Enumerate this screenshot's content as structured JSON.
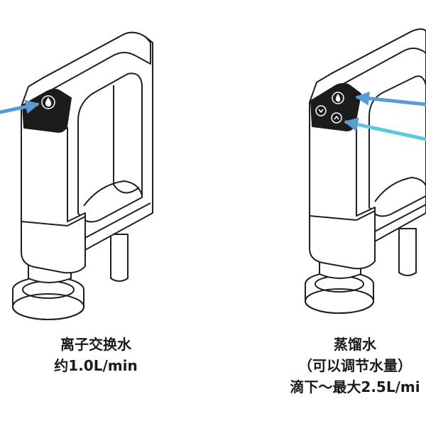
{
  "left": {
    "caption_line1": "离子交换水",
    "caption_line2": "约1.0L/min",
    "icons": [
      "water-drop-icon"
    ]
  },
  "right": {
    "caption_line1": "蒸馏水",
    "caption_line2": "（可以调节水量）",
    "caption_line3": "滴下～最大2.5L/mi",
    "icons": [
      "distill-drop-icon",
      "down-arrow-icon",
      "up-arrow-icon"
    ]
  },
  "colors": {
    "outline": "#1f1f1f",
    "panel": "#1c1c1c",
    "arrow": "#5b9bd5",
    "text": "#1a1a1a",
    "body_fill": "#ffffff"
  }
}
